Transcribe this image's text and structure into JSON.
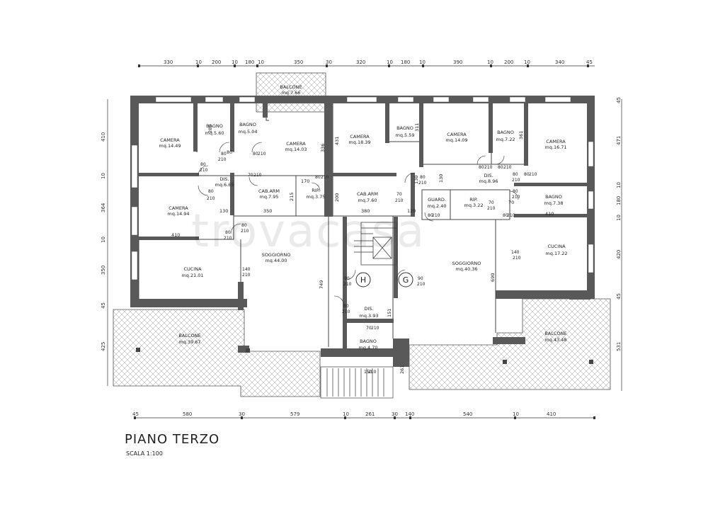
{
  "title": "PIANO  TERZO",
  "scale": "SCALA  1:100",
  "watermark": "trovacasa",
  "top_dims": [
    "330",
    "10",
    "200",
    "10",
    "180",
    "10",
    "350",
    "30",
    "320",
    "10",
    "180",
    "10",
    "390",
    "10",
    "200",
    "10",
    "340",
    "45"
  ],
  "bottom_dims": [
    "45",
    "580",
    "30",
    "579",
    "10",
    "261",
    "30",
    "140",
    "540",
    "10",
    "410"
  ],
  "left_dims": [
    "410",
    "10",
    "364",
    "10",
    "350",
    "45",
    "425"
  ],
  "right_dims": [
    "45",
    "471",
    "10",
    "180",
    "10",
    "420",
    "45",
    "531"
  ],
  "rooms": [
    {
      "name": "CAMERA",
      "area": "mq.14.49"
    },
    {
      "name": "BAGNO",
      "area": "mq.5.60"
    },
    {
      "name": "BAGNO",
      "area": "mq.5.04"
    },
    {
      "name": "CAMERA",
      "area": "mq.14.03"
    },
    {
      "name": "BALCONE",
      "area": "mq.7.66"
    },
    {
      "name": "DIS.",
      "area": "mq.6.65"
    },
    {
      "name": "CAB.ARM",
      "area": "mq.7.95"
    },
    {
      "name": "RIP.",
      "area": "mq.3.75"
    },
    {
      "name": "CAMERA",
      "area": "mq.14.94"
    },
    {
      "name": "SOGGIORNO",
      "area": "mq.44.00"
    },
    {
      "name": "CUCINA",
      "area": "mq.21.01"
    },
    {
      "name": "BALCONE",
      "area": "mq.39.67"
    },
    {
      "name": "CAMERA",
      "area": "mq.18.39"
    },
    {
      "name": "BAGNO",
      "area": "mq.5.59"
    },
    {
      "name": "CAMERA",
      "area": "mq.14.09"
    },
    {
      "name": "BAGNO",
      "area": "mq.7.22"
    },
    {
      "name": "CAMERA",
      "area": "mq.16.71"
    },
    {
      "name": "DIS.",
      "area": "mq.8.96"
    },
    {
      "name": "CAB.ARM",
      "area": "mq.7.60"
    },
    {
      "name": "GUARD.",
      "area": "mq.2.40"
    },
    {
      "name": "RIP.",
      "area": "mq.3.22"
    },
    {
      "name": "BAGNO",
      "area": "mq.7.38"
    },
    {
      "name": "CUCINA",
      "area": "mq.17.22"
    },
    {
      "name": "SOGGIORNO",
      "area": "mq.40.36"
    },
    {
      "name": "DIS.",
      "area": "mq.3.93"
    },
    {
      "name": "BAGNO",
      "area": "mq.4.70"
    },
    {
      "name": "BALCONE",
      "area": "mq.43.48"
    }
  ],
  "door_labels": [
    {
      "w": "80",
      "h": "210"
    },
    {
      "w": "80",
      "h": "210"
    },
    {
      "w": "80",
      "h": "210"
    },
    {
      "w": "80",
      "h": "210"
    },
    {
      "w": "70",
      "h": "210"
    },
    {
      "w": "80",
      "h": "210"
    },
    {
      "w": "80",
      "h": "210"
    },
    {
      "w": "140",
      "h": "210"
    },
    {
      "w": "90",
      "h": "210"
    },
    {
      "w": "90",
      "h": "210"
    },
    {
      "w": "80",
      "h": "210"
    },
    {
      "w": "80",
      "h": "210"
    },
    {
      "w": "70",
      "h": "210"
    },
    {
      "w": "80",
      "h": "210"
    },
    {
      "w": "80",
      "h": "210"
    },
    {
      "w": "80",
      "h": "210"
    },
    {
      "w": "80",
      "h": "210"
    },
    {
      "w": "70",
      "h": "210"
    },
    {
      "w": "80",
      "h": "210"
    },
    {
      "w": "70",
      "h": "210"
    },
    {
      "w": "80",
      "h": "210"
    },
    {
      "w": "140",
      "h": "210"
    },
    {
      "w": "80",
      "h": "210"
    },
    {
      "w": "80",
      "h": "210"
    },
    {
      "w": "150",
      "h": "210"
    }
  ],
  "inner_dims": [
    "280",
    "336",
    "431",
    "311",
    "361",
    "130",
    "170",
    "215",
    "350",
    "410",
    "130",
    "200",
    "380",
    "120",
    "130",
    "749",
    "690",
    "151",
    "261",
    "410",
    "80",
    "70"
  ],
  "stair_marks": [
    "H",
    "G"
  ]
}
